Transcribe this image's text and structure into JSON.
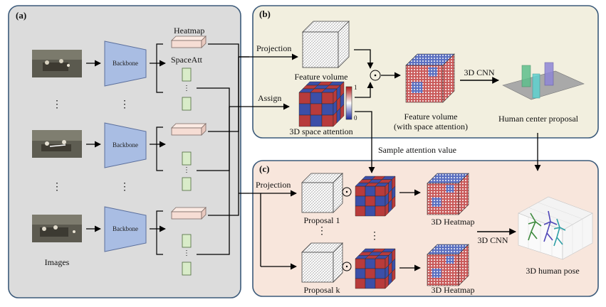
{
  "panels": {
    "a": {
      "tag": "(a)",
      "images_label": "Images",
      "backbone_label": "Backbone",
      "heatmap_label": "Heatmap",
      "spaceatt_label": "SpaceAtt",
      "dots": "⋮"
    },
    "b": {
      "tag": "(b)",
      "projection_label": "Projection",
      "assign_label": "Assign",
      "feature_volume_label": "Feature volume",
      "space_attention_label": "3D space attention",
      "colorbar_max": "1",
      "colorbar_min": "0",
      "fva_label_line1": "Feature volume",
      "fva_label_line2": "(with space attention)",
      "cnn_label": "3D CNN",
      "proposal_label": "Human center proposal",
      "odot": "⊙"
    },
    "sample_label": "Sample attention value",
    "c": {
      "tag": "(c)",
      "projection_label": "Projection",
      "proposal1_label": "Proposal 1",
      "proposalk_label": "Proposal k",
      "heatmap1_label": "3D Heatmap",
      "heatmapk_label": "3D Heatmap",
      "cnn_label": "3D CNN",
      "pose_label": "3D human pose",
      "odot": "⊙",
      "dots": "⋮"
    }
  },
  "colors": {
    "panel_a_bg": "#dcdcdc",
    "panel_b_bg": "#f2efdf",
    "panel_c_bg": "#f8e6dc",
    "panel_border": "#3b5a7a",
    "backbone_fill": "#a9bde3",
    "heatmap_fill": "#f6ddd4",
    "spaceatt_fill": "#d9ecc9",
    "attention_red": "#b83b3b",
    "attention_blue": "#3c4fa8"
  }
}
